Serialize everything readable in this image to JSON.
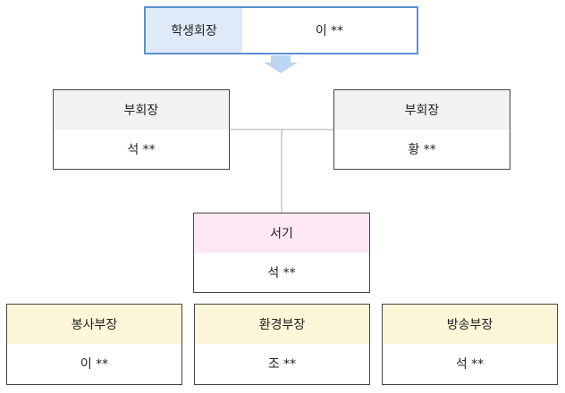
{
  "president": {
    "title": "학생회장",
    "name": "이 **"
  },
  "vice_presidents": [
    {
      "title": "부회장",
      "name": "석 **"
    },
    {
      "title": "부회장",
      "name": "황 **"
    }
  ],
  "secretary": {
    "title": "서기",
    "name": "석 **"
  },
  "departments": [
    {
      "title": "봉사부장",
      "name": "이 **"
    },
    {
      "title": "환경부장",
      "name": "조 **"
    },
    {
      "title": "방송부장",
      "name": "석 **"
    }
  ],
  "colors": {
    "president_border": "#5b8fd1",
    "president_head": "#dfeaf8",
    "arrow": "#bcd6f2",
    "vice_head": "#f2f2f2",
    "secretary_head": "#fde8f4",
    "department_head": "#fdf6d8",
    "connector": "#aaaaaa"
  }
}
